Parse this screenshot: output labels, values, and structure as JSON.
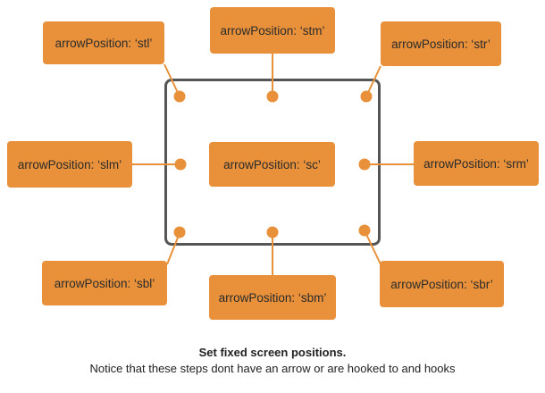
{
  "labels": {
    "stl": "arrowPosition: ‘stl’",
    "stm": "arrowPosition: ‘stm’",
    "str": "arrowPosition: ‘str’",
    "slm": "arrowPosition: ‘slm’",
    "sc": "arrowPosition: ‘sc’",
    "srm": "arrowPosition: ‘srm’",
    "sbl": "arrowPosition: ‘sbl’",
    "sbm": "arrowPosition: ‘sbm’",
    "sbr": "arrowPosition: ‘sbr’"
  },
  "caption": {
    "title": "Set fixed screen positions.",
    "note": "Notice that these steps dont have an arrow or are hooked to and hooks"
  },
  "colors": {
    "box_fill": "#e8913a",
    "connector": "#e8913a",
    "frame": "#555555"
  }
}
